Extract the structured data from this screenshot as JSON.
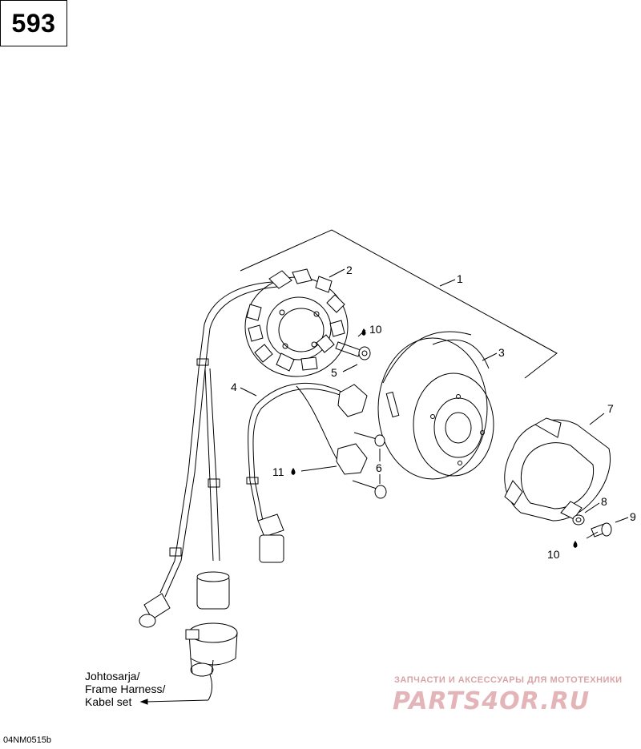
{
  "page_number": "593",
  "callouts": {
    "c1": "1",
    "c2": "2",
    "c3": "3",
    "c4": "4",
    "c5": "5",
    "c6": "6",
    "c7": "7",
    "c8": "8",
    "c9": "9",
    "c10a": "10",
    "c10b": "10",
    "c11": "11"
  },
  "harness_label": {
    "line1": "Johtosarja/",
    "line2": "Frame Harness/",
    "line3": "Kabel set"
  },
  "drawing_code": "04NM0515b",
  "watermark": {
    "top": "ЗАПЧАСТИ И АКСЕССУАРЫ ДЛЯ МОТОТЕХНИКИ",
    "main": "PARTS4OR.RU"
  },
  "colors": {
    "line": "#000000",
    "watermark": "#e4b5b8"
  }
}
